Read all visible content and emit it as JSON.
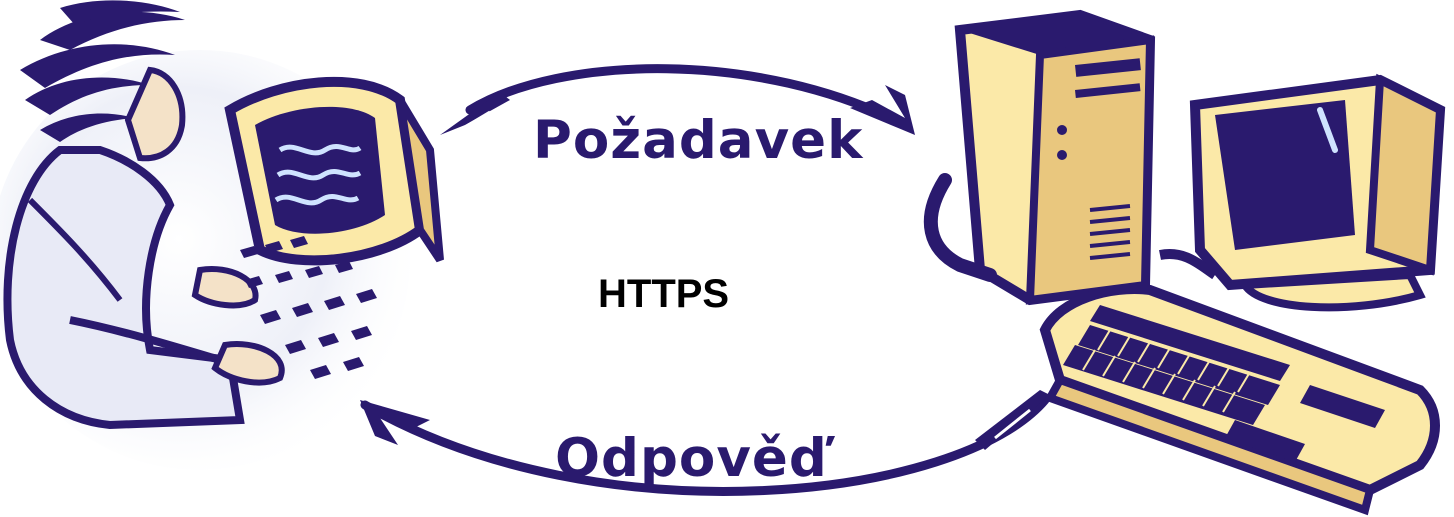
{
  "diagram": {
    "request_label": "Požadavek",
    "response_label": "Odpověď",
    "protocol_label": "HTTPS",
    "nodes": [
      {
        "name": "client",
        "icon": "person-at-computer-icon"
      },
      {
        "name": "server",
        "icon": "desktop-computer-icon"
      }
    ],
    "edges": [
      {
        "from": "client",
        "to": "server",
        "label": "Požadavek"
      },
      {
        "from": "server",
        "to": "client",
        "label": "Odpověď"
      }
    ]
  },
  "colors": {
    "ink": "#2a1a6e",
    "cream": "#fbe9a8",
    "tan": "#e9c77e",
    "pale": "#f6f6fb",
    "shade": "#cfd3ea",
    "label": "#2a1a6e"
  }
}
